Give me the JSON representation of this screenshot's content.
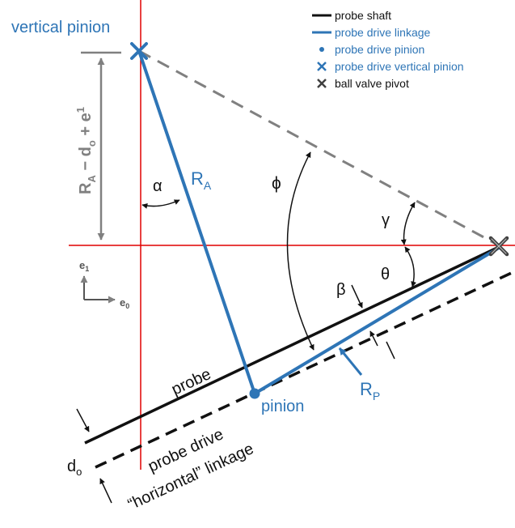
{
  "colors": {
    "probe_shaft": "#111111",
    "probe_drive": "#2e75b6",
    "axis_lines": "#e00000",
    "dashed_reference": "#808080"
  },
  "legend": {
    "items": [
      {
        "marker": "line",
        "color": "#111111",
        "label": "probe shaft"
      },
      {
        "marker": "line",
        "color": "#2e75b6",
        "label": "probe drive linkage"
      },
      {
        "marker": "dot",
        "color": "#2e75b6",
        "label": "probe drive pinion"
      },
      {
        "marker": "x",
        "color": "#2e75b6",
        "label": "probe drive vertical pinion"
      },
      {
        "marker": "x",
        "color": "#404040",
        "label": "ball valve pivot"
      }
    ]
  },
  "labels": {
    "vertical_pinion": "vertical pinion",
    "pinion": "pinion",
    "probe": "probe",
    "probe_drive_line1": "probe drive",
    "probe_drive_line2": "“horizontal” linkage",
    "angle_alpha": "α",
    "angle_phi": "ϕ",
    "angle_gamma": "γ",
    "angle_theta": "θ",
    "angle_beta": "β",
    "ra_main": "R",
    "ra_sub": "A",
    "rp_main": "R",
    "rp_sub": "P",
    "do_main": "d",
    "do_sub": "o",
    "axis_e1_main": "e",
    "axis_e1_sub": "1",
    "axis_e0_main": "e",
    "axis_e0_sub": "0",
    "dimension_formula": {
      "r": "R",
      "r_sub": "A",
      "minus_d": " − d",
      "d_sub": "o",
      "plus_e": " + e",
      "e_sup": "1"
    }
  }
}
